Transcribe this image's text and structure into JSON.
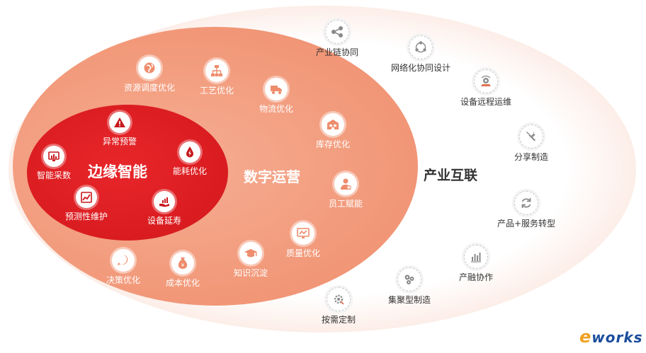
{
  "layers": {
    "inner": {
      "title": "边缘智能",
      "color": "#d91c20"
    },
    "middle": {
      "title": "数字运营",
      "color": "#f29a7b"
    },
    "outer": {
      "title": "产业互联",
      "color": "#f2b39f"
    }
  },
  "inner_items": [
    {
      "label": "异常预警",
      "icon": "warning-icon"
    },
    {
      "label": "智能采数",
      "icon": "monitor-chart-icon"
    },
    {
      "label": "能耗优化",
      "icon": "energy-drop-icon"
    },
    {
      "label": "预测性维护",
      "icon": "trend-chart-icon"
    },
    {
      "label": "设备延寿",
      "icon": "hand-chart-icon"
    }
  ],
  "middle_items": [
    {
      "label": "资源调度优化",
      "icon": "globe-icon"
    },
    {
      "label": "工艺优化",
      "icon": "org-chart-icon"
    },
    {
      "label": "物流优化",
      "icon": "truck-icon"
    },
    {
      "label": "库存优化",
      "icon": "warehouse-icon"
    },
    {
      "label": "员工赋能",
      "icon": "person-icon"
    },
    {
      "label": "质量优化",
      "icon": "quality-screen-icon"
    },
    {
      "label": "知识沉淀",
      "icon": "graduation-cap-icon"
    },
    {
      "label": "成本优化",
      "icon": "money-bag-icon"
    },
    {
      "label": "决策优化",
      "icon": "decision-pulse-icon"
    }
  ],
  "outer_items": [
    {
      "label": "产业链协同",
      "icon": "share-nodes-icon"
    },
    {
      "label": "网络化协同设计",
      "icon": "network-cycle-icon"
    },
    {
      "label": "设备远程运维",
      "icon": "remote-device-icon"
    },
    {
      "label": "分享制造",
      "icon": "wrench-icon"
    },
    {
      "label": "产品+服务转型",
      "icon": "refresh-icon"
    },
    {
      "label": "产融协作",
      "icon": "bar-chart-icon"
    },
    {
      "label": "集聚型制造",
      "icon": "gears-icon"
    },
    {
      "label": "按需定制",
      "icon": "custom-gear-icon"
    }
  ],
  "logo": {
    "prefix": "e",
    "text": "works"
  }
}
